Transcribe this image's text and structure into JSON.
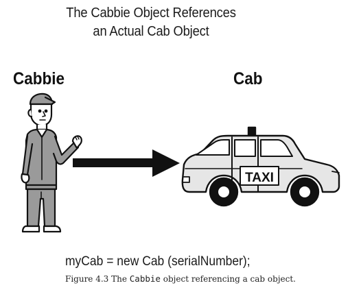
{
  "diagram": {
    "title_line1": "The Cabbie Object References",
    "title_line2": "an Actual Cab Object",
    "cabbie_label": "Cabbie",
    "cab_label": "Cab",
    "taxi_sign": "TAXI",
    "code": "myCab = new Cab (serialNumber);"
  },
  "caption": {
    "prefix": "Figure 4.3 The ",
    "code_word": "Cabbie",
    "suffix": " object referencing a cab object."
  },
  "icons": {
    "cabbie": "person-figure-icon",
    "arrow": "right-arrow-icon",
    "cab": "taxi-car-icon"
  },
  "colors": {
    "ink": "#111111",
    "fill_gray": "#9a9a9a",
    "car_body": "#e6e6e6"
  }
}
